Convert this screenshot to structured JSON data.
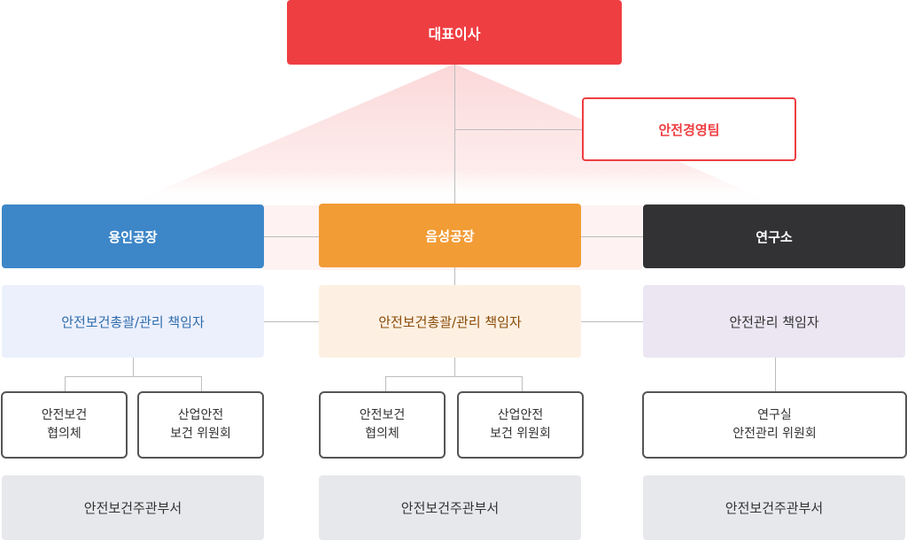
{
  "ceo": "대표이사",
  "safety_team": "안전경영팀",
  "yongin": {
    "title": "용인공장",
    "manager": "안전보건총괄/관리 책임자",
    "council_1": [
      "안전보건",
      "협의체"
    ],
    "council_2": [
      "산업안전",
      "보건 위원회"
    ],
    "dept": "안전보건주관부서"
  },
  "eumseong": {
    "title": "음성공장",
    "manager": "안전보건총괄/관리 책임자",
    "council_1": [
      "안전보건",
      "협의체"
    ],
    "council_2": [
      "산업안전",
      "보건 위원회"
    ],
    "dept": "안전보건주관부서"
  },
  "lab": {
    "title": "연구소",
    "manager": "안전관리 책임자",
    "council": [
      "연구실",
      "안전관리 위원회"
    ],
    "dept": "안전보건주관부서"
  },
  "colors": {
    "ceo": "#ef3e42",
    "yongin": "#3d86c8",
    "eumseong": "#f29c35",
    "lab": "#323235",
    "fan_gradient": "#fbd5d6"
  }
}
